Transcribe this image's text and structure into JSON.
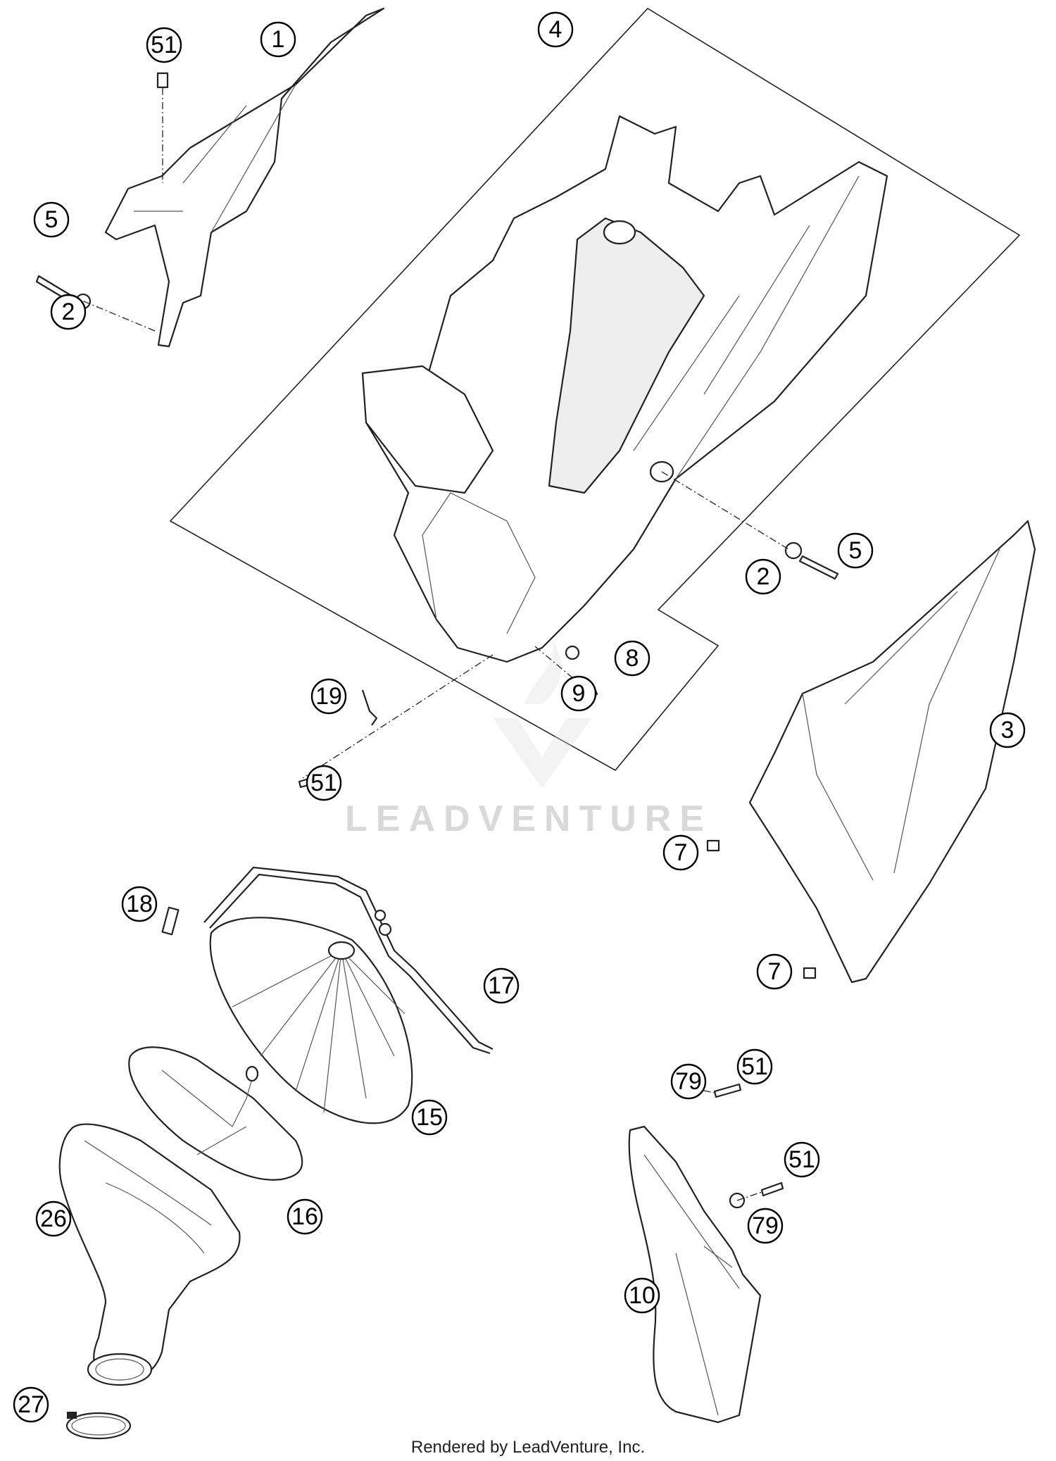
{
  "watermark": "LEADVENTURE",
  "footer": "Rendered by LeadVenture, Inc.",
  "callouts": [
    "51",
    "1",
    "4",
    "5",
    "2",
    "5",
    "2",
    "8",
    "9",
    "19",
    "51",
    "3",
    "7",
    "7",
    "18",
    "17",
    "15",
    "16",
    "26",
    "27",
    "79",
    "51",
    "51",
    "79",
    "10"
  ]
}
